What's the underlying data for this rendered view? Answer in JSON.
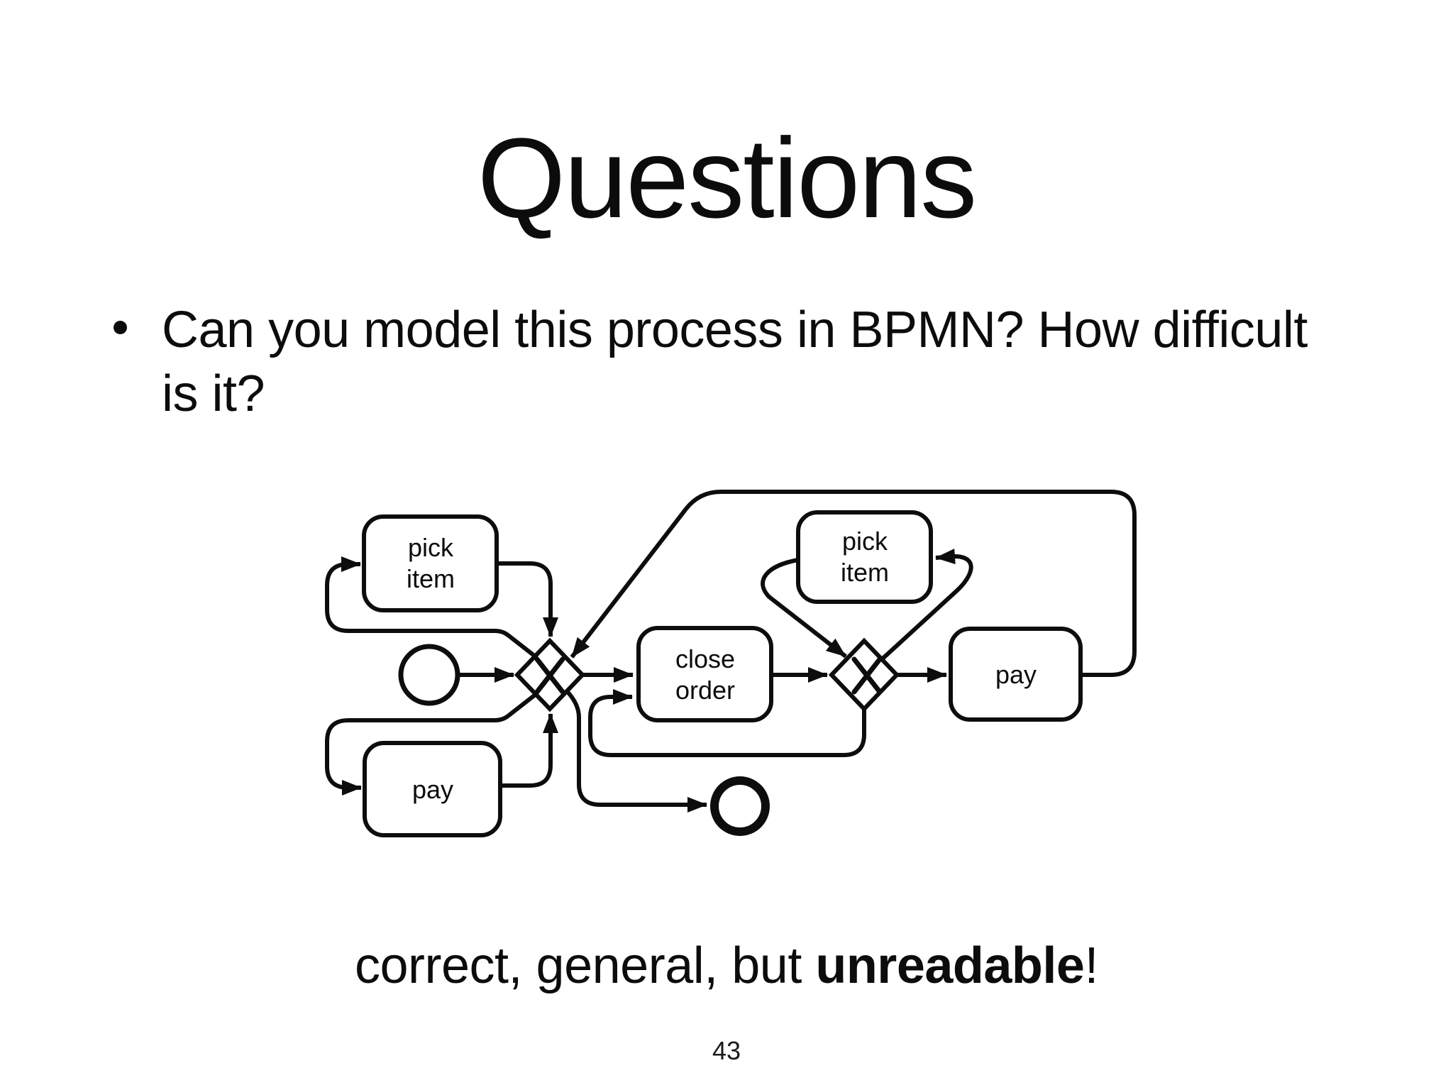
{
  "slide": {
    "title": "Questions",
    "bullet": {
      "line1": "Can you model this process in BPMN? How difficult",
      "line2": "is it?"
    },
    "caption": {
      "normal_prefix": "correct, general, but ",
      "bold": "unreadable",
      "normal_suffix": "!"
    },
    "page_number": "43",
    "colors": {
      "background": "#ffffff",
      "ink": "#0d0d0d"
    }
  },
  "diagram": {
    "type": "bpmn-process",
    "events": [
      {
        "id": "start",
        "kind": "start-event"
      },
      {
        "id": "end",
        "kind": "end-event"
      }
    ],
    "gateways": [
      {
        "id": "xor-1",
        "kind": "exclusive-gateway",
        "symbol": "X"
      },
      {
        "id": "xor-2",
        "kind": "exclusive-gateway",
        "symbol": "X"
      }
    ],
    "tasks": [
      {
        "id": "pick-item-left",
        "lines": [
          "pick",
          "item"
        ]
      },
      {
        "id": "pay-left",
        "lines": [
          "pay"
        ]
      },
      {
        "id": "close-order",
        "lines": [
          "close",
          "order"
        ]
      },
      {
        "id": "pick-item-right",
        "lines": [
          "pick",
          "item"
        ]
      },
      {
        "id": "pay-right",
        "lines": [
          "pay"
        ]
      }
    ],
    "flows": [
      {
        "id": "start-to-xor1"
      },
      {
        "id": "xor1-to-pick-item-left"
      },
      {
        "id": "pick-item-left-to-xor1"
      },
      {
        "id": "xor1-to-pay-left"
      },
      {
        "id": "pay-left-to-xor1"
      },
      {
        "id": "xor1-to-close-order"
      },
      {
        "id": "xor1-to-end"
      },
      {
        "id": "close-order-to-xor2"
      },
      {
        "id": "pick-item-right-to-xor2"
      },
      {
        "id": "xor2-to-pick-item-right"
      },
      {
        "id": "xor2-to-close-order"
      },
      {
        "id": "xor2-to-pay-right"
      },
      {
        "id": "pay-right-to-xor1"
      }
    ]
  }
}
